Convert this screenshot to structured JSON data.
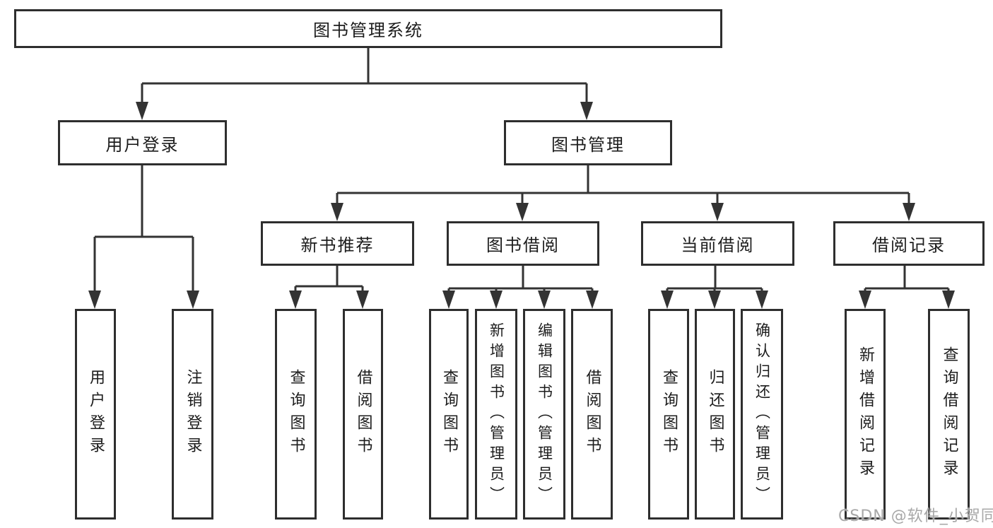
{
  "diagram_title": "图书管理系统",
  "tree": {
    "label": "图书管理系统",
    "children": [
      {
        "label": "用户登录",
        "children": [
          {
            "label": "用户登录"
          },
          {
            "label": "注销登录"
          }
        ]
      },
      {
        "label": "图书管理",
        "children": [
          {
            "label": "新书推荐",
            "children": [
              {
                "label": "查询图书"
              },
              {
                "label": "借阅图书"
              }
            ]
          },
          {
            "label": "图书借阅",
            "children": [
              {
                "label": "查询图书"
              },
              {
                "label": "新增图书（管理员）"
              },
              {
                "label": "编辑图书（管理员）"
              },
              {
                "label": "借阅图书"
              }
            ]
          },
          {
            "label": "当前借阅",
            "children": [
              {
                "label": "查询图书"
              },
              {
                "label": "归还图书"
              },
              {
                "label": "确认归还（管理员）"
              }
            ]
          },
          {
            "label": "借阅记录",
            "children": [
              {
                "label": "新增借阅记录"
              },
              {
                "label": "查询借阅记录"
              }
            ]
          }
        ]
      }
    ]
  },
  "watermark": "CSDN @软件_小贺同学",
  "colors": {
    "line": "#333333",
    "box_border": "#2e2e2e",
    "text": "#1c1c1c",
    "watermark": "#a8a8a8",
    "background": "#ffffff"
  }
}
